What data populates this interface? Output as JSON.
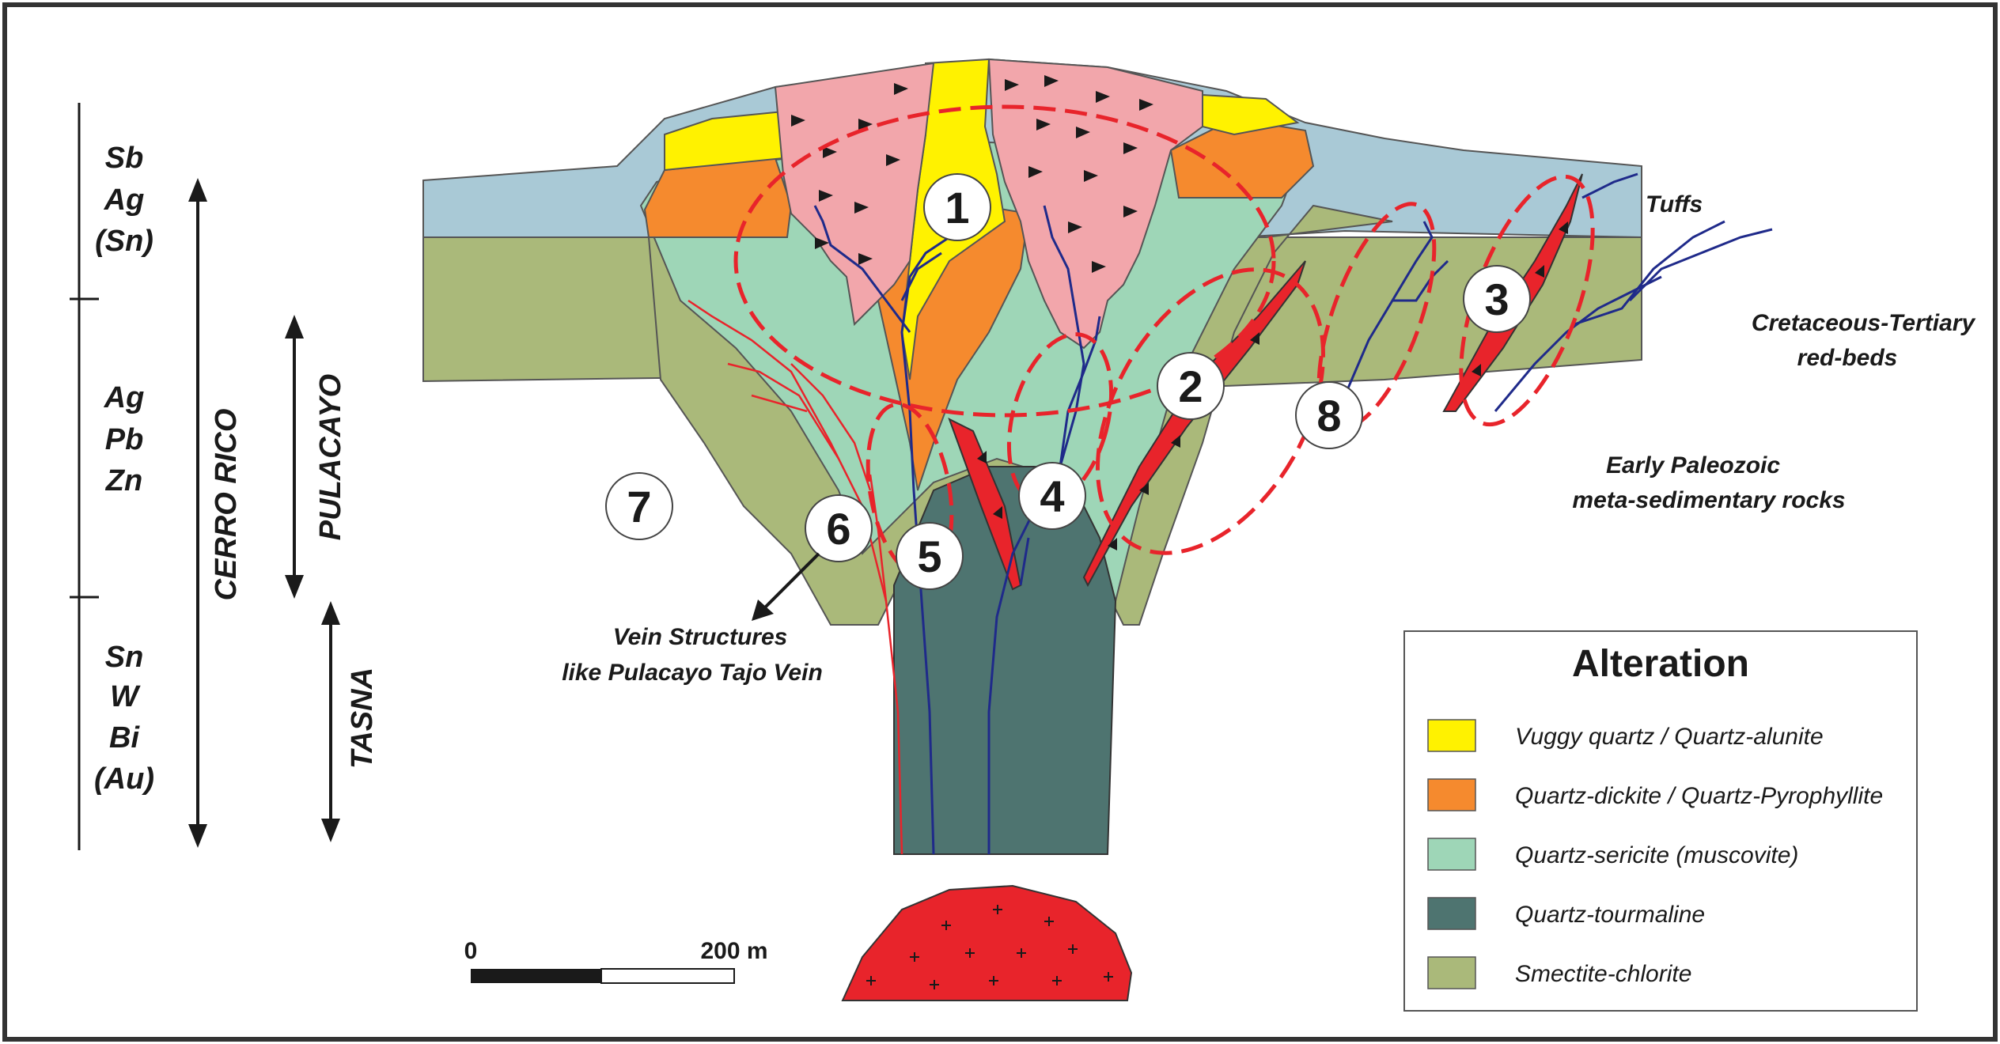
{
  "zones": {
    "upper": [
      "Sb",
      "Ag",
      "(Sn)"
    ],
    "middle": [
      "Ag",
      "Pb",
      "Zn"
    ],
    "lower": [
      "Sn",
      "W",
      "Bi",
      "(Au)"
    ]
  },
  "systems": {
    "cerro_rico": "CERRO RICO",
    "pulacayo": "PULACAYO",
    "tasna": "TASNA"
  },
  "labels": {
    "tuffs": "Tuffs",
    "redbeds_1": "Cretaceous-Tertiary",
    "redbeds_2": "red-beds",
    "paleozoic_1": "Early Paleozoic",
    "paleozoic_2": "meta-sedimentary rocks",
    "vein_1": "Vein Structures",
    "vein_2": "like Pulacayo Tajo Vein"
  },
  "markers": [
    "1",
    "2",
    "3",
    "4",
    "5",
    "6",
    "7",
    "8"
  ],
  "scale": {
    "start": "0",
    "end": "200 m"
  },
  "legend": {
    "title": "Alteration",
    "items": [
      {
        "label": "Vuggy quartz / Quartz-alunite",
        "color": "#fff200"
      },
      {
        "label": "Quartz-dickite / Quartz-Pyrophyllite",
        "color": "#f58a2e"
      },
      {
        "label": "Quartz-sericite (muscovite)",
        "color": "#9ed6b7"
      },
      {
        "label": "Quartz-tourmaline",
        "color": "#4e7470"
      },
      {
        "label": "Smectite-chlorite",
        "color": "#aab97a"
      }
    ]
  },
  "colors": {
    "tuffs": "#a9c9d6",
    "breccia": "#f2a6ab",
    "vein_blue": "#1f2a8a",
    "vein_red": "#e8242b",
    "intrusion": "#e8242b"
  }
}
